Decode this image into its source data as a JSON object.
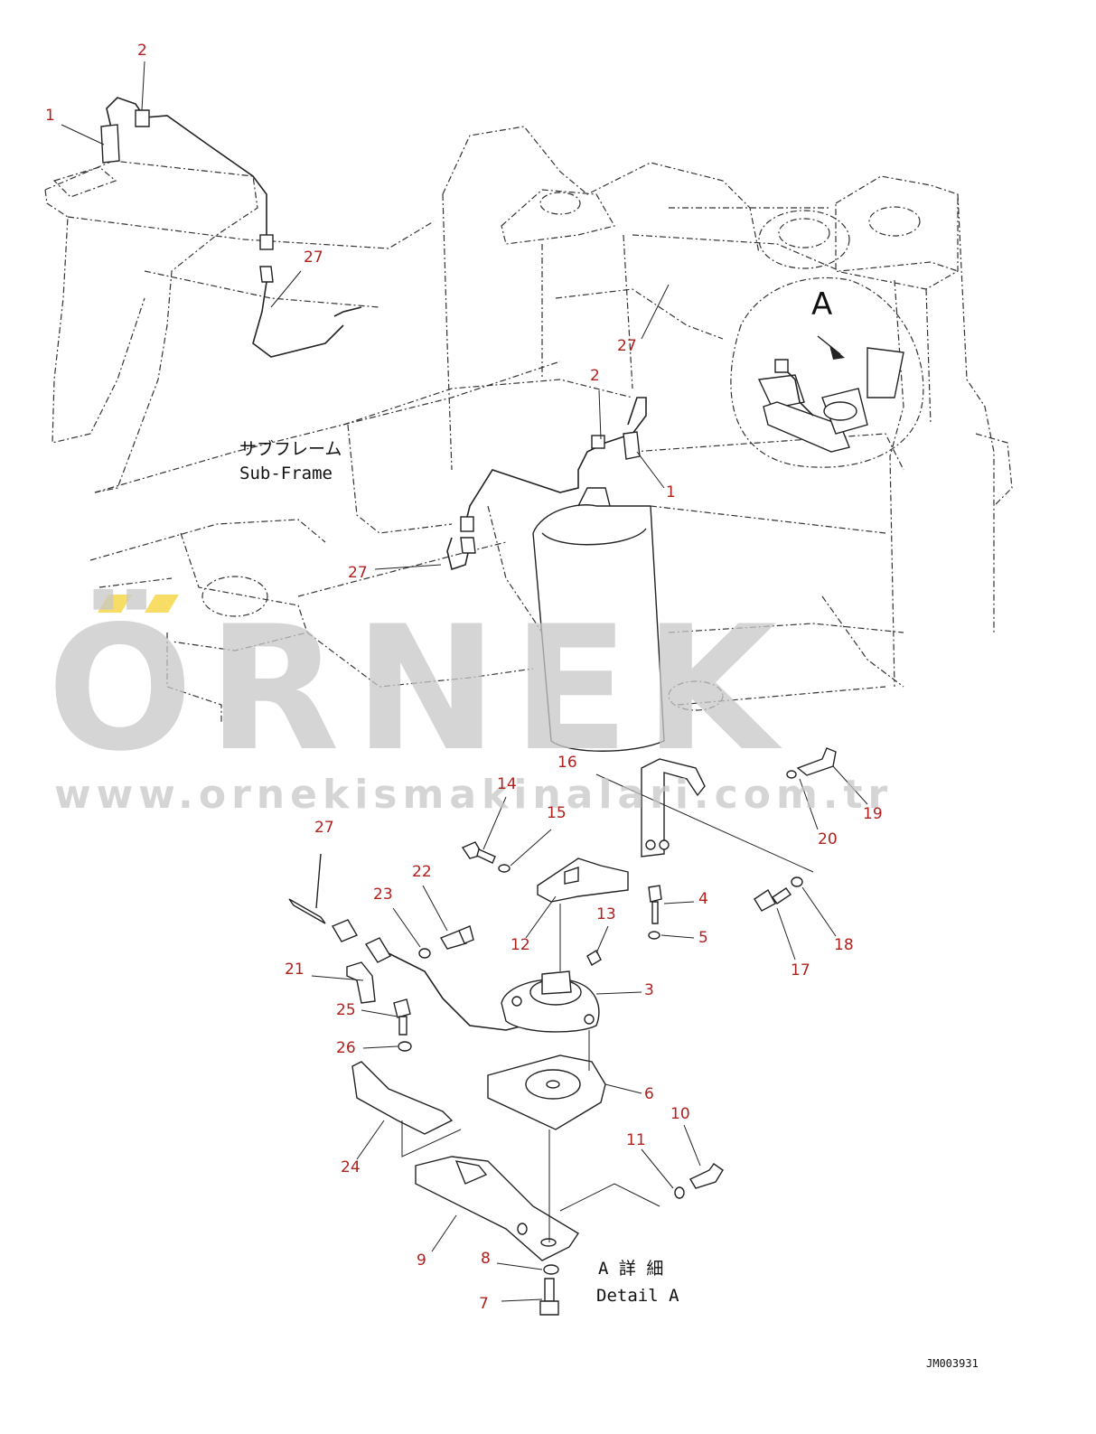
{
  "callouts": [
    {
      "id": "c1a",
      "text": "1"
    },
    {
      "id": "c2a",
      "text": "2"
    },
    {
      "id": "c27a",
      "text": "27"
    },
    {
      "id": "c27b",
      "text": "27"
    },
    {
      "id": "c2b",
      "text": "2"
    },
    {
      "id": "c1b",
      "text": "1"
    },
    {
      "id": "c27c",
      "text": "27"
    },
    {
      "id": "c16",
      "text": "16"
    },
    {
      "id": "c14",
      "text": "14"
    },
    {
      "id": "c15",
      "text": "15"
    },
    {
      "id": "c19",
      "text": "19"
    },
    {
      "id": "c20",
      "text": "20"
    },
    {
      "id": "c27d",
      "text": "27"
    },
    {
      "id": "c22",
      "text": "22"
    },
    {
      "id": "c23",
      "text": "23"
    },
    {
      "id": "c4",
      "text": "4"
    },
    {
      "id": "c18",
      "text": "18"
    },
    {
      "id": "c13",
      "text": "13"
    },
    {
      "id": "c5",
      "text": "5"
    },
    {
      "id": "c12",
      "text": "12"
    },
    {
      "id": "c21",
      "text": "21"
    },
    {
      "id": "c17",
      "text": "17"
    },
    {
      "id": "c3",
      "text": "3"
    },
    {
      "id": "c25",
      "text": "25"
    },
    {
      "id": "c26",
      "text": "26"
    },
    {
      "id": "c6",
      "text": "6"
    },
    {
      "id": "c10",
      "text": "10"
    },
    {
      "id": "c11",
      "text": "11"
    },
    {
      "id": "c24",
      "text": "24"
    },
    {
      "id": "c9",
      "text": "9"
    },
    {
      "id": "c8",
      "text": "8"
    },
    {
      "id": "c7",
      "text": "7"
    }
  ],
  "labels": {
    "subframe_jp": "サブフレーム",
    "subframe_en": "Sub-Frame",
    "detail_letter": "A",
    "detail_jp": "A 詳 細",
    "detail_en": "Detail A",
    "doc_id": "JM003931"
  },
  "watermark": {
    "brand": "ÖRNEK",
    "url": "www.ornekismakinalari.com.tr",
    "color": "#c8c8c8",
    "accent": "#f2c400"
  },
  "colors": {
    "line": "#222222",
    "callout": "#b0211e"
  }
}
